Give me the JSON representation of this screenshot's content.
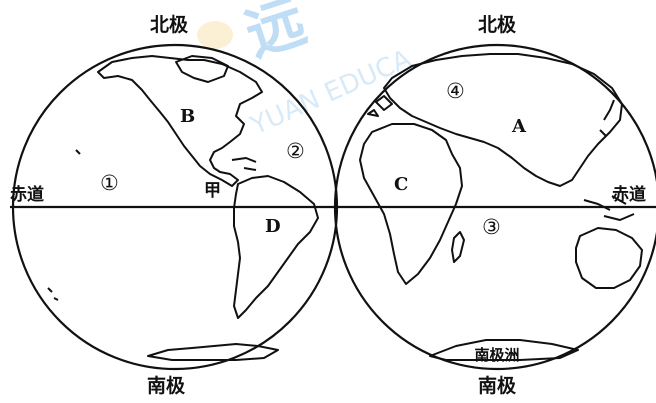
{
  "poles": {
    "north_west": "北极",
    "north_east": "北极",
    "south_west": "南极",
    "south_east": "南极"
  },
  "equator": {
    "label_west": "赤道",
    "label_east": "赤道"
  },
  "places": {
    "jia": "甲",
    "antarctica": "南极洲"
  },
  "continent_letters": {
    "A": "A",
    "B": "B",
    "C": "C",
    "D": "D"
  },
  "ocean_numbers": {
    "n1": "①",
    "n2": "②",
    "n3": "③",
    "n4": "④"
  },
  "watermark": {
    "text": "YUAN EDUCA",
    "cn": "远"
  },
  "colors": {
    "ink": "#111111",
    "watermark_blue": "#8ec3ef",
    "watermark_yellow": "#f3d27a"
  }
}
